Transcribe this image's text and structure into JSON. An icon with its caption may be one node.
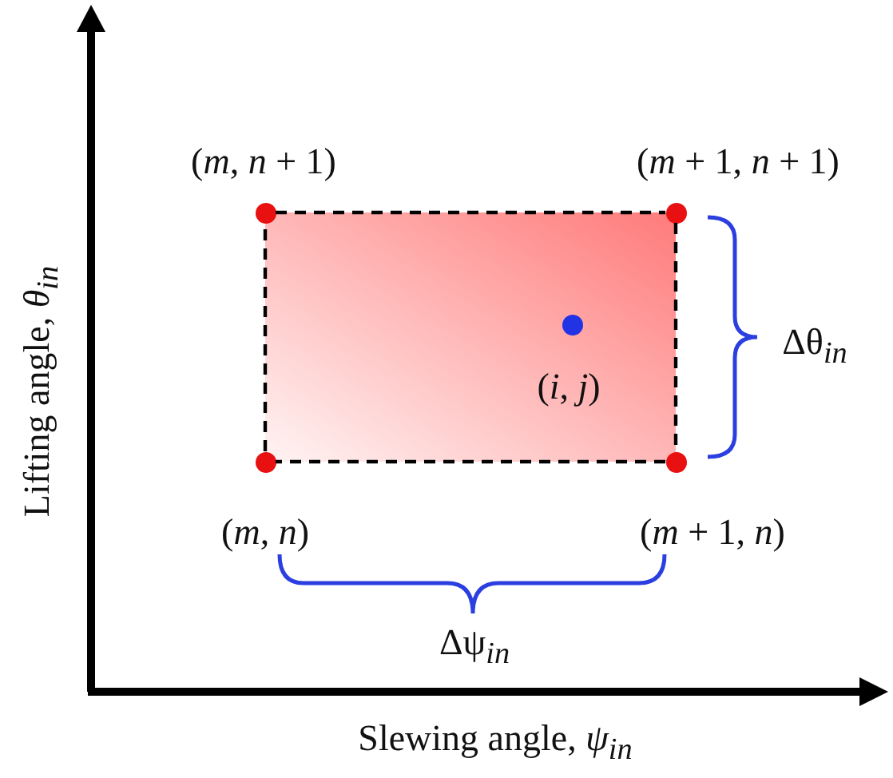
{
  "diagram": {
    "nodes": [
      {
        "text": [],
        "shape": "box"
      },
      {
        "text": [],
        "shape": "circle",
        "beside": [
          "(*m*, *n* + 1)"
        ]
      },
      {
        "text": [],
        "shape": "circle",
        "beside": [
          "(*m* + 1, *n* + 1)"
        ]
      },
      {
        "text": [],
        "shape": "circle",
        "in": 0,
        "beside": [
          "(*i*, *j*)"
        ]
      },
      {
        "text": [],
        "shape": "circle",
        "beside": [
          "(*m*, *n*)"
        ]
      },
      {
        "text": [],
        "shape": "circle",
        "beside": [
          "(*m* + 1, *n*)"
        ]
      }
    ],
    "edges": [
      {
        "from": 1,
        "to": 2,
        "arrow": "none",
        "style": "dashed"
      },
      {
        "from": 2,
        "to": 5,
        "arrow": "none",
        "style": "dashed"
      },
      {
        "from": 5,
        "to": 4,
        "arrow": "none",
        "style": "dashed"
      },
      {
        "from": 4,
        "to": 1,
        "arrow": "none",
        "style": "dashed"
      }
    ],
    "labels": [
      "Lifting angle, *θ*$_{in}$",
      "Δθ$_{in}$",
      "Δψ$_{in}$",
      "Slewing angle, *ψ*$_{in}$"
    ]
  }
}
